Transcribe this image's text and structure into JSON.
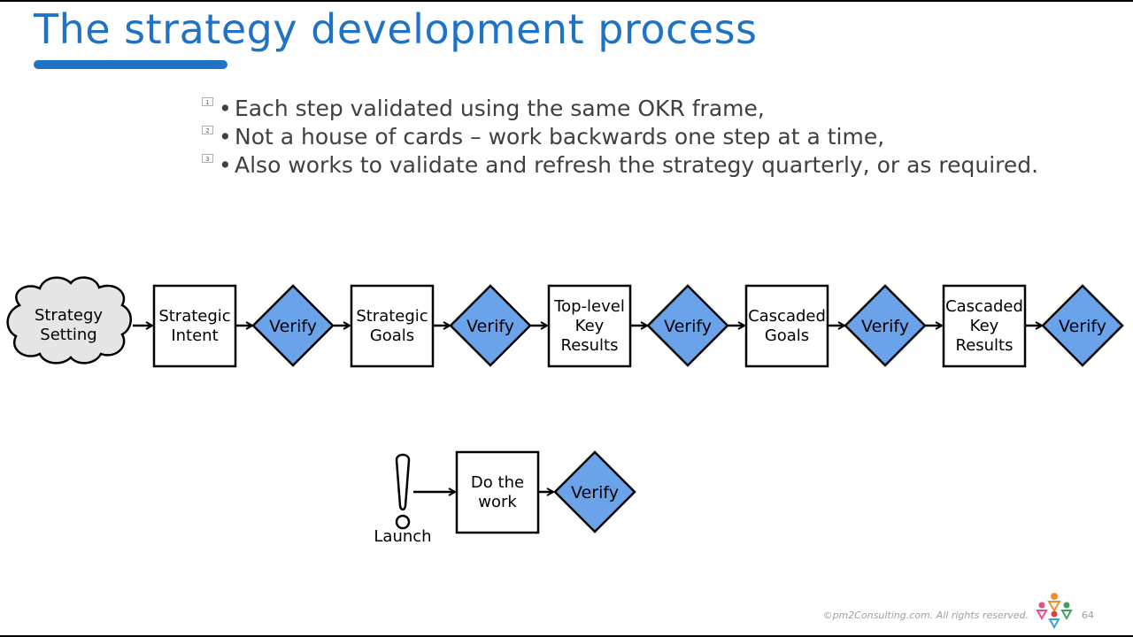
{
  "title": "The strategy development process",
  "bullets": [
    {
      "num": "1",
      "text": "Each step validated using the same OKR frame,"
    },
    {
      "num": "2",
      "text": "Not a house of cards – work backwards one step at a time,"
    },
    {
      "num": "3",
      "text": "Also works to validate and refresh the strategy quarterly, or as required."
    }
  ],
  "bullet_glyph": "•",
  "flow": {
    "start": {
      "label": "Strategy Setting",
      "shape": "cloud"
    },
    "steps": [
      {
        "label": "Strategic Intent",
        "check": "Verify"
      },
      {
        "label": "Strategic Goals",
        "check": "Verify"
      },
      {
        "label": "Top-level Key Results",
        "check": "Verify"
      },
      {
        "label": "Cascaded Goals",
        "check": "Verify"
      },
      {
        "label": "Cascaded Key Results",
        "check": "Verify"
      }
    ]
  },
  "launch_flow": {
    "start_label": "Launch",
    "step_label": "Do the work",
    "check": "Verify"
  },
  "footer": {
    "copyright": "©pm2Consulting.com. All rights reserved.",
    "page_number": "64"
  },
  "colors": {
    "title": "#1f72c4",
    "verify_fill": "#6ba3eb",
    "cloud_fill": "#e6e6e6",
    "body_text": "#404040"
  }
}
